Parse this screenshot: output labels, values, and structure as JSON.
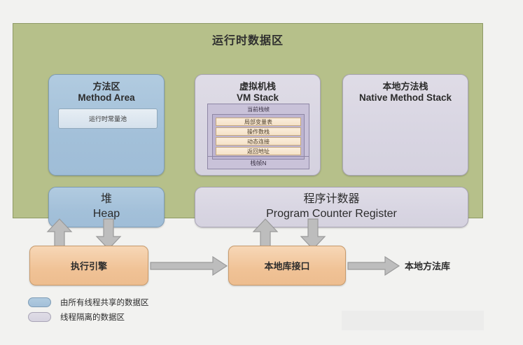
{
  "diagram": {
    "title": "运行时数据区",
    "runtime_area": {
      "method_area": {
        "cn": "方法区",
        "en": "Method Area",
        "constant_pool": "运行时常量池"
      },
      "vm_stack": {
        "cn": "虚拟机栈",
        "en": "VM Stack",
        "current_frame_label": "当前栈帧",
        "frame_rows": [
          "局部变量表",
          "操作数栈",
          "动态连接",
          "返回地址"
        ],
        "frame_n_label": "栈帧N"
      },
      "native_method_stack": {
        "cn": "本地方法栈",
        "en": "Native Method Stack"
      },
      "heap": {
        "cn": "堆",
        "en": "Heap"
      },
      "pc_register": {
        "cn": "程序计数器",
        "en": "Program Counter Register"
      }
    },
    "bottom": {
      "execution_engine": "执行引擎",
      "native_interface": "本地库接口",
      "native_library": "本地方法库"
    },
    "legend": [
      {
        "swatch": "shared",
        "label": "由所有线程共享的数据区"
      },
      {
        "swatch": "isolated",
        "label": "线程隔离的数据区"
      }
    ],
    "colors": {
      "runtime_panel": "#b6c08a",
      "shared_region": "#a3c0d9",
      "isolated_region": "#d8d5e2",
      "process_box": "#f0c296",
      "arrow": "#b3b3b3",
      "frame_row": "#f5e2c8",
      "page_background": "#f2f2f0"
    }
  }
}
